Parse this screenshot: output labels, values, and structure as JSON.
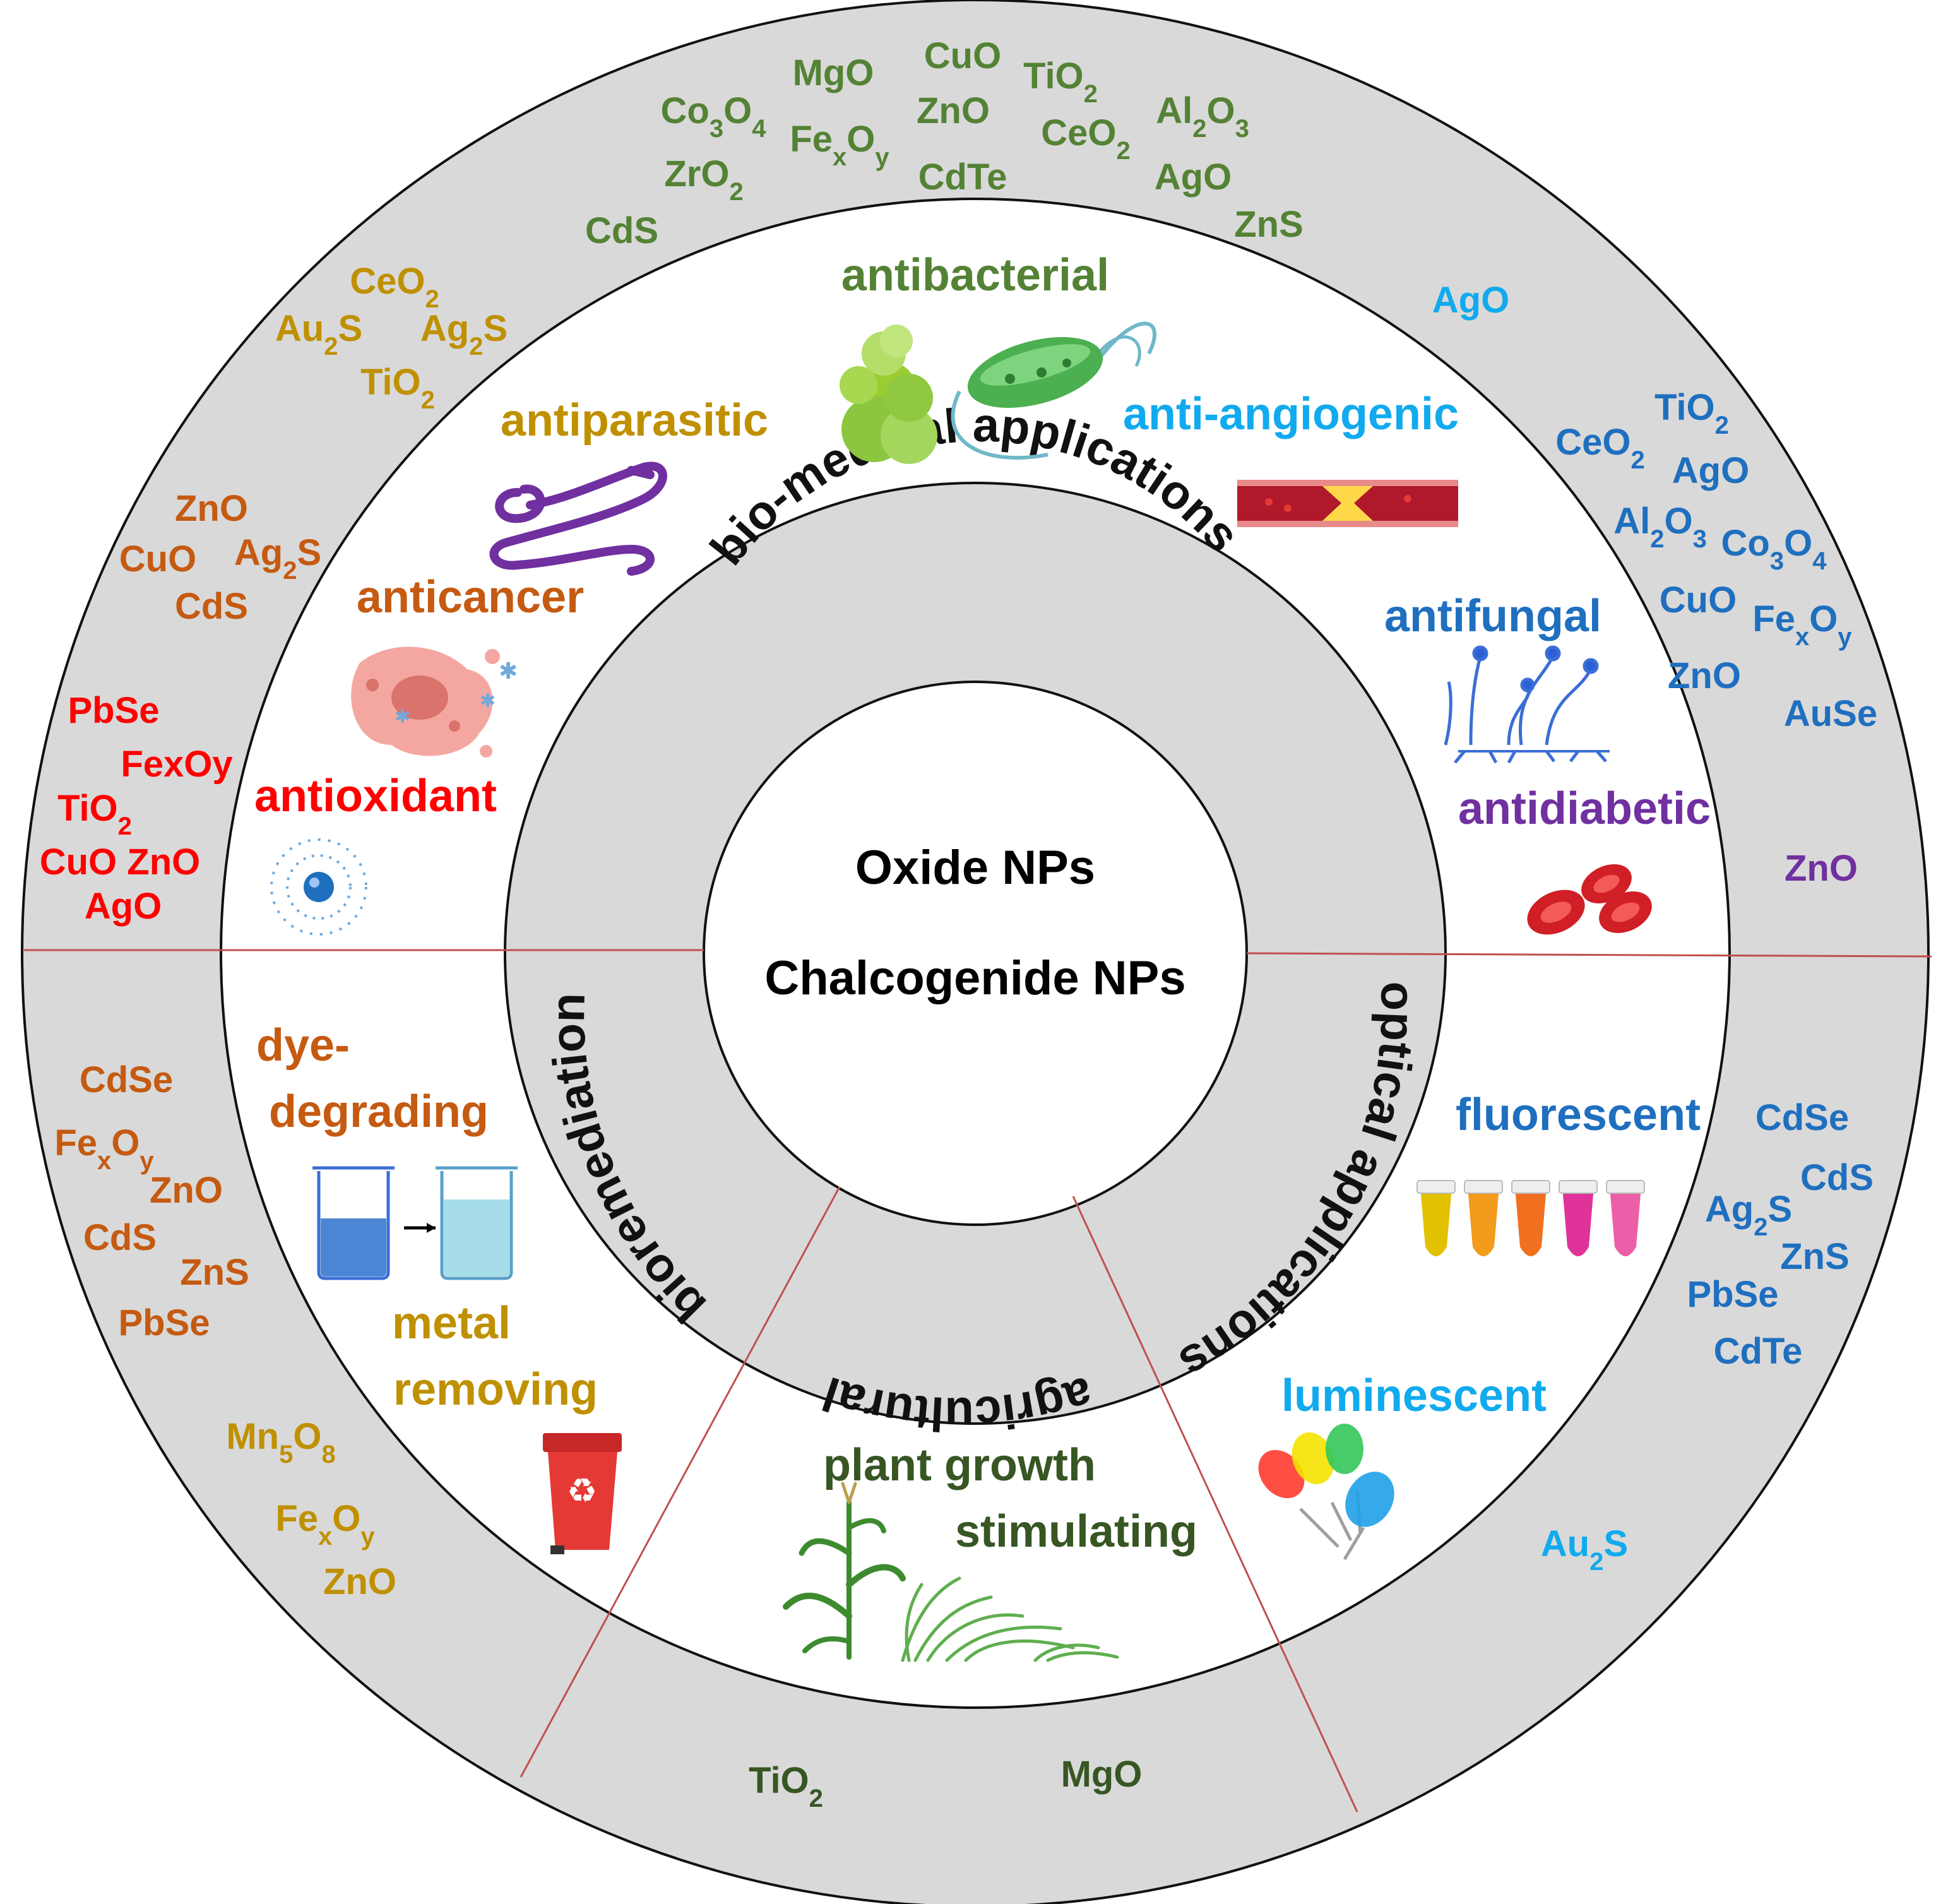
{
  "center": {
    "line1": "Oxide NPs",
    "line2": "Chalcogenide NPs"
  },
  "categories": {
    "biomedical": "bio-medical applications",
    "optical": "optical applications",
    "agricultural": "agricultural",
    "bioremediation": "bioremediation"
  },
  "colors": {
    "ring": "#d9d9d9",
    "divider": "#c0504d",
    "antibacterial": "#548235",
    "antiangiogenic": "#11aaee",
    "antifungal": "#1f6fbf",
    "antidiabetic": "#7030a0",
    "antioxidant": "#ff0000",
    "anticancer": "#c55a11",
    "antiparasitic": "#bf9000",
    "fluorescent": "#1f6fbf",
    "luminescent": "#11aaee",
    "plant": "#375623",
    "dye": "#c55a11",
    "metal": "#bf9000"
  },
  "apps": {
    "antibacterial": "antibacterial",
    "antiangiogenic": "anti-angiogenic",
    "antifungal": "antifungal",
    "antidiabetic": "antidiabetic",
    "antioxidant": "antioxidant",
    "anticancer": "anticancer",
    "antiparasitic": "antiparasitic",
    "fluorescent": "fluorescent",
    "luminescent": "luminescent",
    "plant1": "plant growth",
    "plant2": "stimulating",
    "dye1": "dye-",
    "dye2": "degrading",
    "metal1": "metal",
    "metal2": "removing"
  },
  "materials": {
    "antibacterial": [
      "CuO",
      "MgO",
      "TiO2",
      "Co3O4",
      "ZnO",
      "Al2O3",
      "FexOy",
      "CeO2",
      "ZrO2",
      "CdTe",
      "AgO",
      "CdS",
      "ZnS"
    ],
    "antiangiogenic": [
      "AgO"
    ],
    "antifungal": [
      "TiO2",
      "CeO2",
      "AgO",
      "Al2O3",
      "Co3O4",
      "CuO",
      "FexOy",
      "ZnO",
      "AuSe"
    ],
    "antidiabetic": [
      "ZnO"
    ],
    "antiparasitic": [
      "CeO2",
      "Au2S",
      "Ag2S",
      "TiO2"
    ],
    "anticancer": [
      "ZnO",
      "CuO",
      "Ag2S",
      "CdS"
    ],
    "antioxidant": [
      "PbSe",
      "FexOy",
      "TiO2",
      "CuO ZnO",
      "AgO"
    ],
    "dye": [
      "CdSe",
      "FexOy",
      "ZnO",
      "CdS",
      "ZnS",
      "PbSe"
    ],
    "metal": [
      "Mn5O8",
      "FexOy",
      "ZnO"
    ],
    "plant": [
      "TiO2",
      "MgO"
    ],
    "fluorescent": [
      "CdSe",
      "CdS",
      "Ag2S",
      "ZnS",
      "PbSe",
      "CdTe"
    ],
    "luminescent": [
      "Au2S"
    ]
  },
  "icon_names": [
    "bacteria-icon",
    "blood-vessel-icon",
    "fungus-icon",
    "red-blood-cells-icon",
    "atom-icon",
    "cancer-cell-icon",
    "parasite-worm-icon",
    "beakers-icon",
    "recycle-bin-icon",
    "corn-plant-icon",
    "grass-icon",
    "test-tubes-icon",
    "led-icon"
  ]
}
